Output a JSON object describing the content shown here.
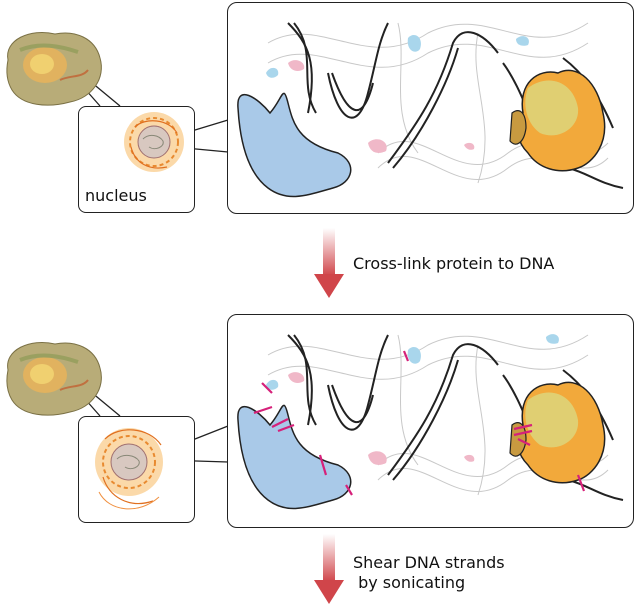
{
  "inset_label": "nucleus",
  "steps": {
    "step1": "Cross-link protein to DNA",
    "step2_line1": "Shear DNA strands",
    "step2_line2": " by sonicating"
  },
  "colors": {
    "arrow": "#d0454a",
    "protein_blue": "#a9c9e8",
    "protein_orange": "#f2a93b",
    "protein_pink": "#f0b8c8",
    "crosslink": "#d6217a",
    "dna": "#222222"
  }
}
